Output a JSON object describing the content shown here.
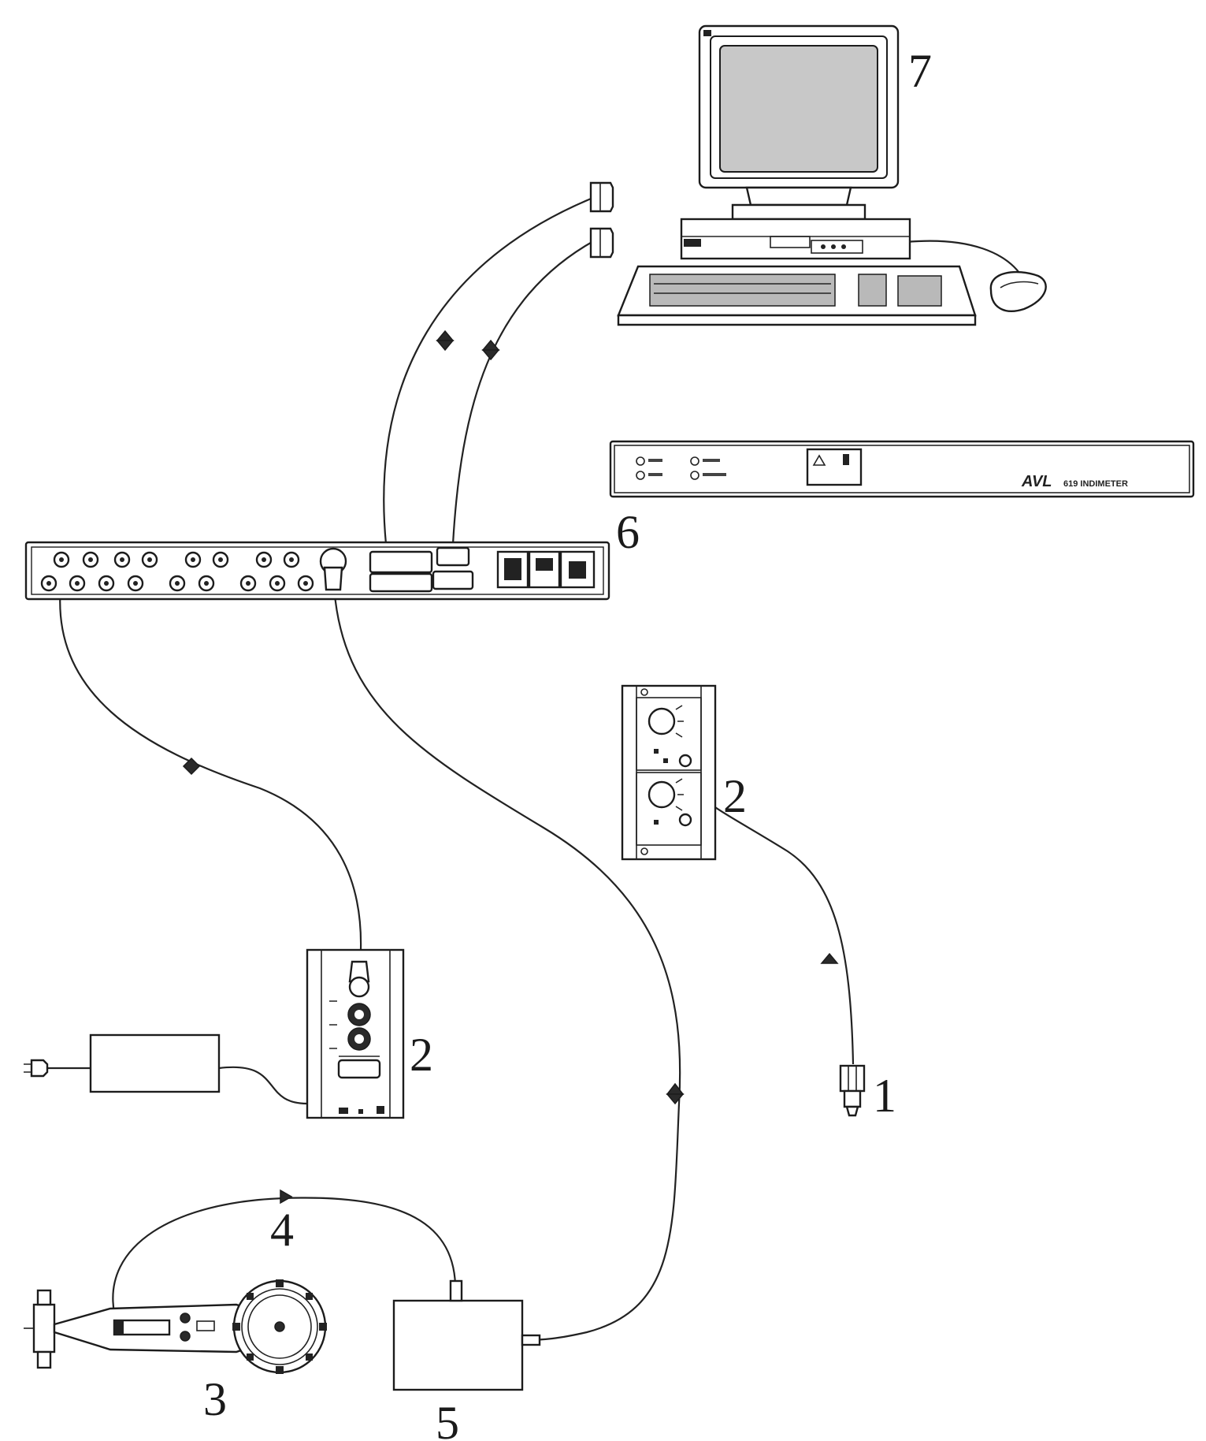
{
  "labels": {
    "sensor": "1",
    "amplifier": "2",
    "crank_angle_encoder": "3",
    "optical_cable": "4",
    "signal_conditioner": "5",
    "indimeter": "6",
    "computer": "7"
  },
  "indimeter_front": {
    "brand": "AVL",
    "model": "619 INDIMETER"
  }
}
